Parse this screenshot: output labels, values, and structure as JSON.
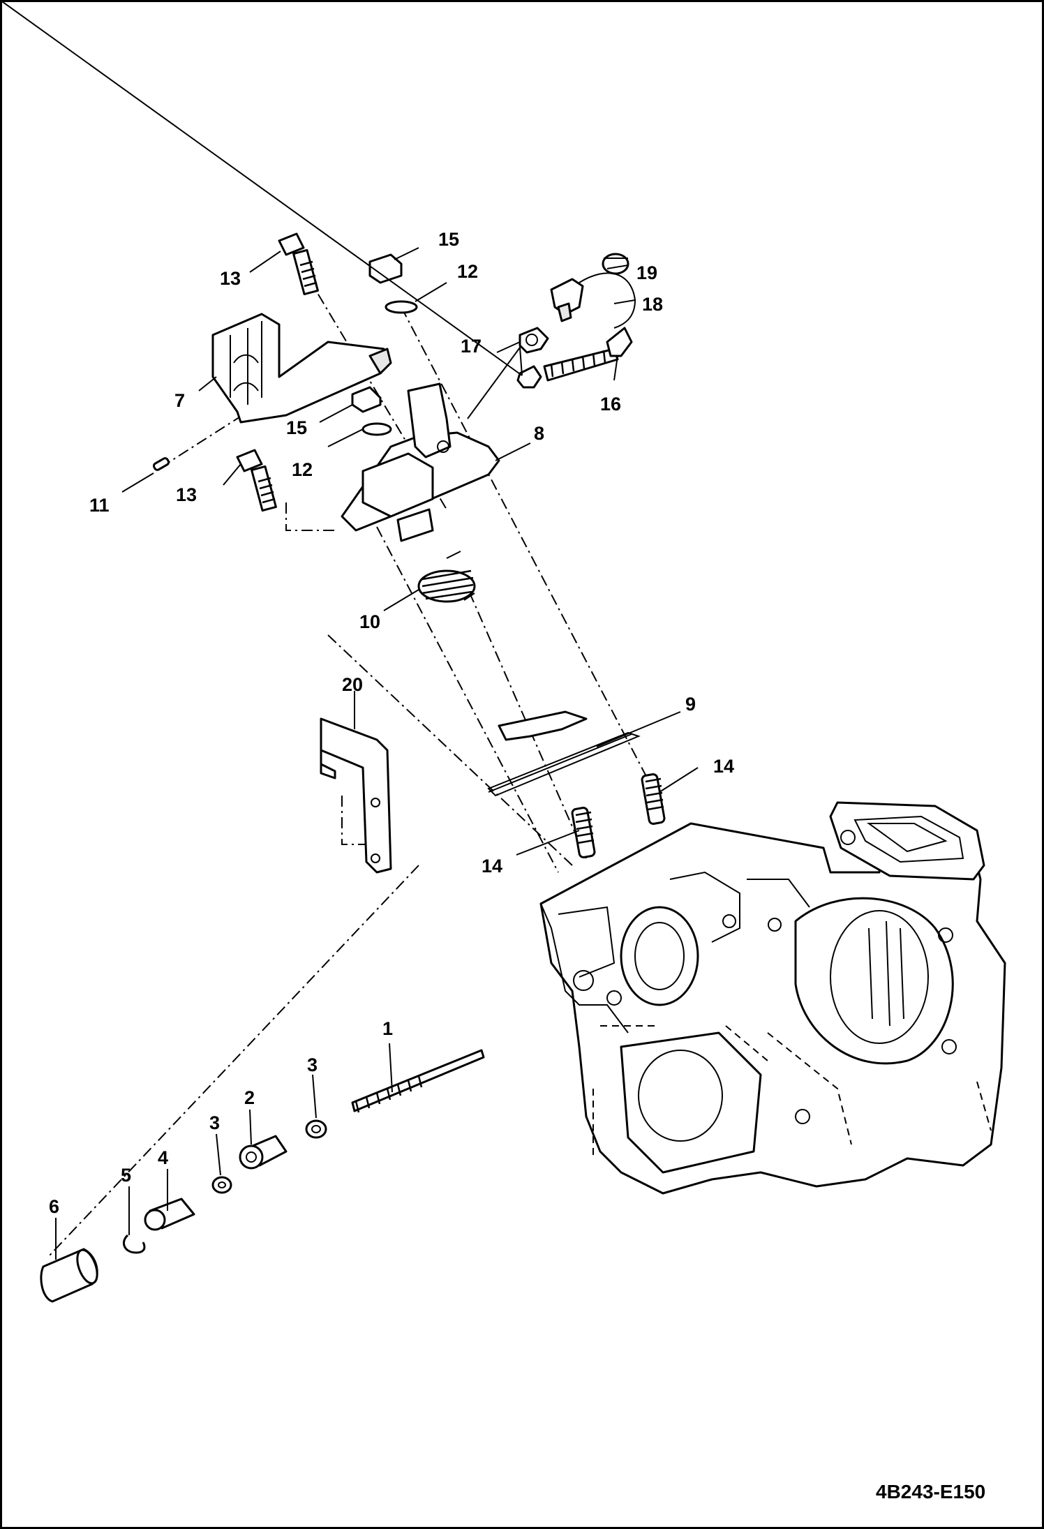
{
  "drawing_code": "4B243-E150",
  "callouts": {
    "p1": "1",
    "p2": "2",
    "p3a": "3",
    "p3b": "3",
    "p4": "4",
    "p5": "5",
    "p6": "6",
    "p7": "7",
    "p8": "8",
    "p9": "9",
    "p10": "10",
    "p11": "11",
    "p12a": "12",
    "p12b": "12",
    "p13a": "13",
    "p13b": "13",
    "p14a": "14",
    "p14b": "14",
    "p15a": "15",
    "p15b": "15",
    "p16": "16",
    "p17": "17",
    "p18": "18",
    "p19": "19",
    "p20": "20"
  }
}
